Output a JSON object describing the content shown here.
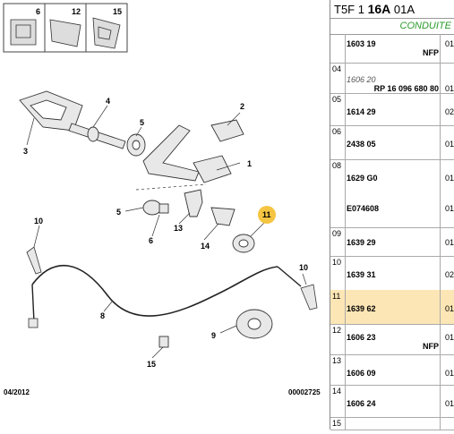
{
  "header": {
    "code_prefix": "T5F 1 ",
    "code_bold": "16A",
    "code_suffix": " 01A",
    "category": "CONDUITE"
  },
  "parts": [
    {
      "index": "",
      "lines": [
        "1603 19"
      ],
      "tag": "NFP",
      "qty": "01",
      "highlight": false
    },
    {
      "index": "04",
      "lines": [
        "1606 20"
      ],
      "tag": "RP 16 096 680 80",
      "qty": "01",
      "highlight": false,
      "italic": true
    },
    {
      "index": "05",
      "lines": [
        "1614 29"
      ],
      "tag": "",
      "qty": "02",
      "highlight": false
    },
    {
      "index": "06",
      "lines": [
        "2438 05"
      ],
      "tag": "",
      "qty": "01",
      "highlight": false
    },
    {
      "index": "08",
      "lines": [
        "1629 G0",
        "E074608"
      ],
      "tag": "",
      "qty": "01",
      "qty2": "01",
      "highlight": false
    },
    {
      "index": "09",
      "lines": [
        "1639 29"
      ],
      "tag": "",
      "qty": "01",
      "highlight": false
    },
    {
      "index": "10",
      "lines": [
        "1639 31"
      ],
      "tag": "",
      "qty": "02",
      "highlight": false
    },
    {
      "index": "11",
      "lines": [
        "1639 62"
      ],
      "tag": "",
      "qty": "01",
      "highlight": true
    },
    {
      "index": "12",
      "lines": [
        "1606 23"
      ],
      "tag": "NFP",
      "qty": "01",
      "highlight": false
    },
    {
      "index": "13",
      "lines": [
        "1606 09"
      ],
      "tag": "",
      "qty": "01",
      "highlight": false
    },
    {
      "index": "14",
      "lines": [
        "1606 24"
      ],
      "tag": "",
      "qty": "01",
      "highlight": false
    },
    {
      "index": "15",
      "lines": [],
      "tag": "",
      "qty": "",
      "highlight": false
    }
  ],
  "diagram": {
    "inset_labels": [
      "6",
      "12",
      "15"
    ],
    "callouts": [
      "1",
      "2",
      "3",
      "4",
      "5",
      "5",
      "6",
      "8",
      "9",
      "10",
      "10",
      "11",
      "13",
      "14",
      "15"
    ],
    "highlight_callout": "11",
    "highlight_color": "#f5c542",
    "footer_date": "04/2012",
    "footer_ref": "00002725"
  }
}
